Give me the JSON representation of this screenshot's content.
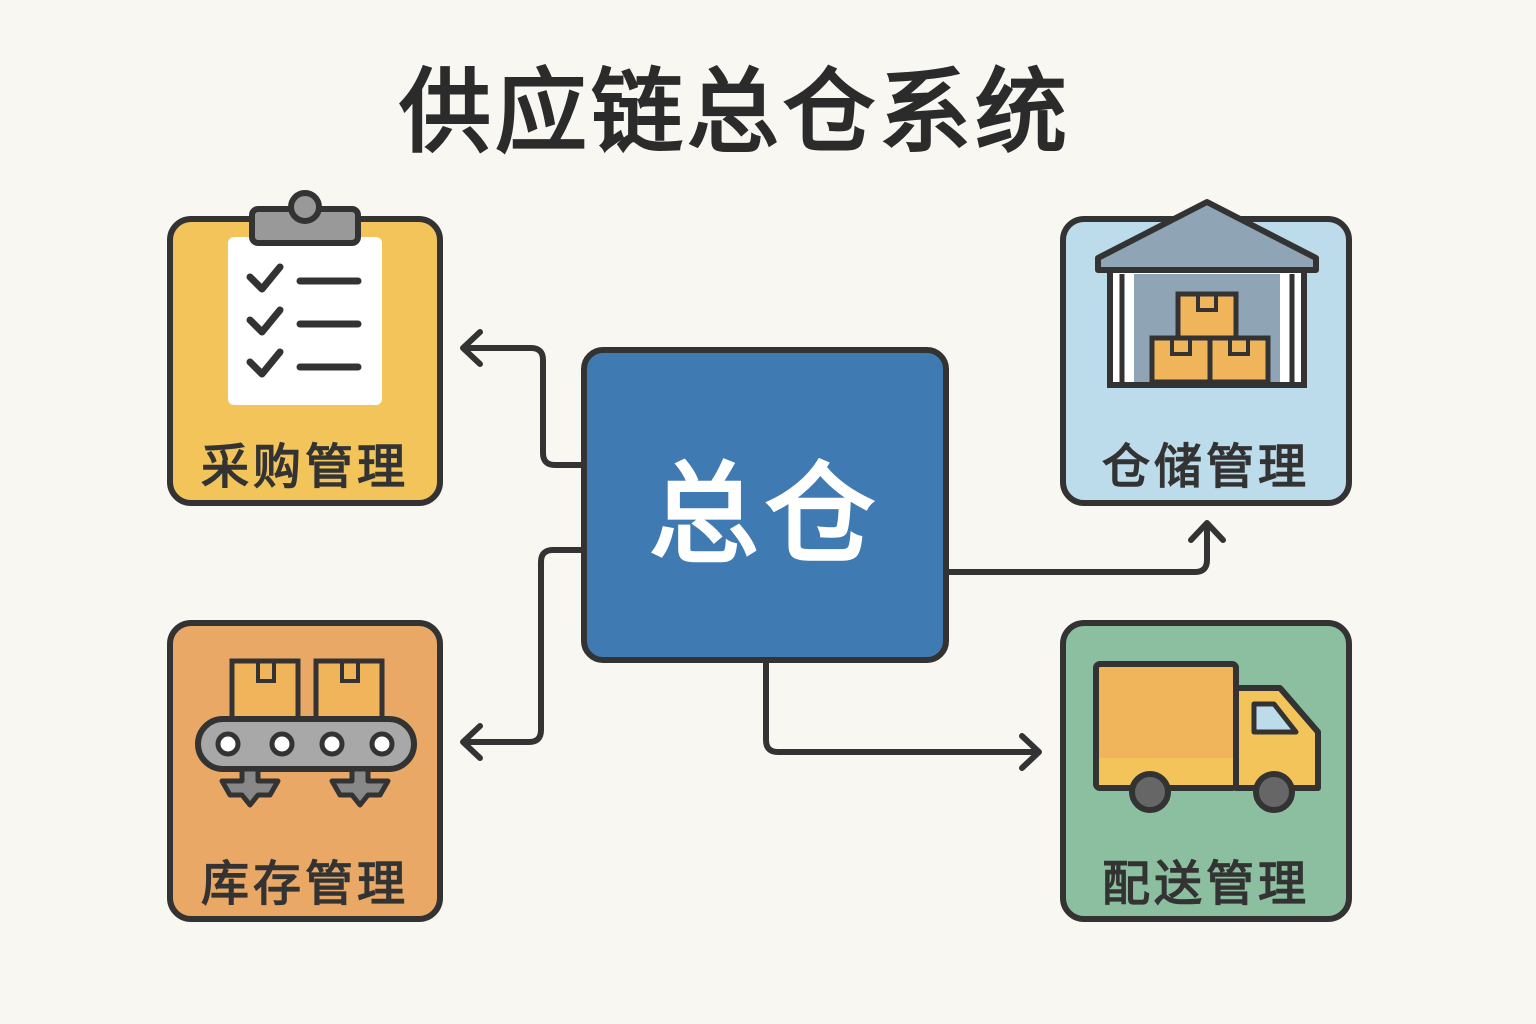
{
  "title": "供应链总仓系统",
  "center": {
    "label": "总仓",
    "color": "#3f7ab3"
  },
  "modules": [
    {
      "label": "采购管理",
      "icon": "clipboard-checklist-icon",
      "color": "#f2c45a"
    },
    {
      "label": "仓储管理",
      "icon": "warehouse-icon",
      "color": "#bcdcec"
    },
    {
      "label": "库存管理",
      "icon": "conveyor-belt-icon",
      "color": "#eaa866"
    },
    {
      "label": "配送管理",
      "icon": "delivery-truck-icon",
      "color": "#8bbf9f"
    }
  ]
}
